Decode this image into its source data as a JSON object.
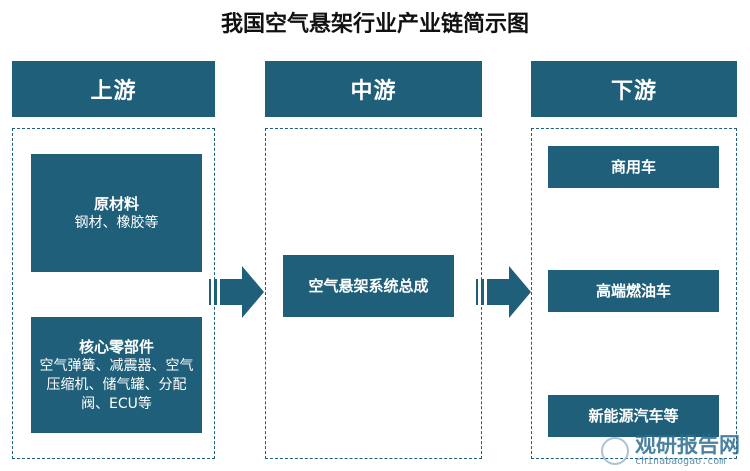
{
  "title": "我国空气悬架行业产业链简示图",
  "columns": {
    "upstream": {
      "label": "上游",
      "boxes": [
        {
          "title": "原材料",
          "desc": "钢材、橡胶等"
        },
        {
          "title": "核心零部件",
          "desc": "空气弹簧、减震器、空气压缩机、储气罐、分配阀、ECU等"
        }
      ]
    },
    "midstream": {
      "label": "中游",
      "boxes": [
        {
          "title": "空气悬架系统总成"
        }
      ]
    },
    "downstream": {
      "label": "下游",
      "boxes": [
        {
          "title": "商用车"
        },
        {
          "title": "高端燃油车"
        },
        {
          "title": "新能源汽车等"
        }
      ]
    }
  },
  "watermark": {
    "name": "观研报告网",
    "url": "chinabaogao.com"
  },
  "colors": {
    "primary": "#1f5f7a",
    "text_on_primary": "#ffffff"
  }
}
